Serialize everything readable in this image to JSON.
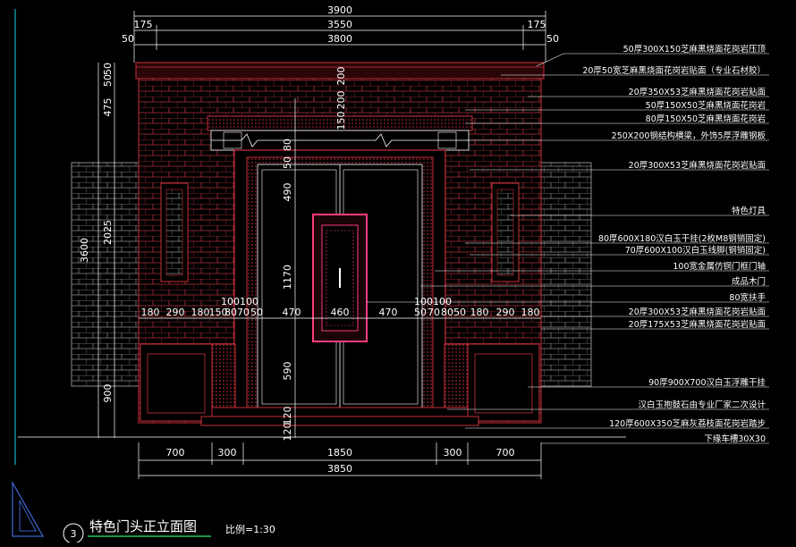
{
  "drawing": {
    "title_number": "3",
    "title": "特色门头正立面图",
    "scale": "比例=1:30"
  },
  "top_dimensions": {
    "overall": "3900",
    "left_offset": "175",
    "middle": "3550",
    "right_offset": "175",
    "left_small": "50",
    "inner": "3800",
    "right_small": "50"
  },
  "left_dimensions": {
    "a": "50",
    "b": "50",
    "c": "475",
    "d": "3600",
    "e": "2025",
    "f": "900"
  },
  "door_vertical_dims": {
    "a": "200",
    "b": "150",
    "c": "200",
    "d": "80",
    "e": "50",
    "f": "490",
    "g": "1170",
    "h": "590",
    "i": "120",
    "j": "120"
  },
  "mid_row_dims": [
    "180",
    "290",
    "180",
    "150",
    "80",
    "70",
    "50",
    "470",
    "460",
    "470",
    "50",
    "70",
    "80",
    "50",
    "180",
    "290",
    "180"
  ],
  "mid_small_left": "100100",
  "mid_small_right": "100100",
  "bottom_dimensions": {
    "seg1": "700",
    "seg2": "300",
    "seg3": "1850",
    "seg4": "300",
    "seg5": "700",
    "overall": "3850"
  },
  "annotations": [
    "50厚300X150芝麻黑烧面花岗岩压顶",
    "20厚50宽芝麻黑烧面花岗岩贴面（专业石材胶）",
    "20厚350X53芝麻黑烧面花岗岩贴面",
    "50厚150X50芝麻黑烧面花岗岩",
    "80厚150X50芝麻黑烧面花岗岩",
    "250X200钢结构横梁，外饰5厚浮雕钢板",
    "20厚300X53芝麻黑烧面花岗岩贴面",
    "特色灯具",
    "80厚600X180汉白玉干挂(2枚M8钢销固定)",
    "70厚600X100汉白玉线脚(钢销固定)",
    "100宽金属仿铜门框门轴",
    "成品木门",
    "80宽扶手",
    "20厚300X53芝麻黑烧面花岗岩贴面",
    "20厚175X53芝麻黑烧面花岗岩贴面",
    "90厚900X700汉白玉浮雕干挂",
    "汉白玉抱鼓石由专业厂家二次设计",
    "120厚600X350芝麻灰荔枝面花岗岩踏步",
    "下缘车槽30X30"
  ],
  "colors": {
    "background": "#000000",
    "wall": "#c7313a",
    "dimension": "#ffffff",
    "leader": "#ffffff",
    "accent": "#ff3d7f",
    "green": "#22c55e",
    "cyan": "#22d3ee"
  }
}
